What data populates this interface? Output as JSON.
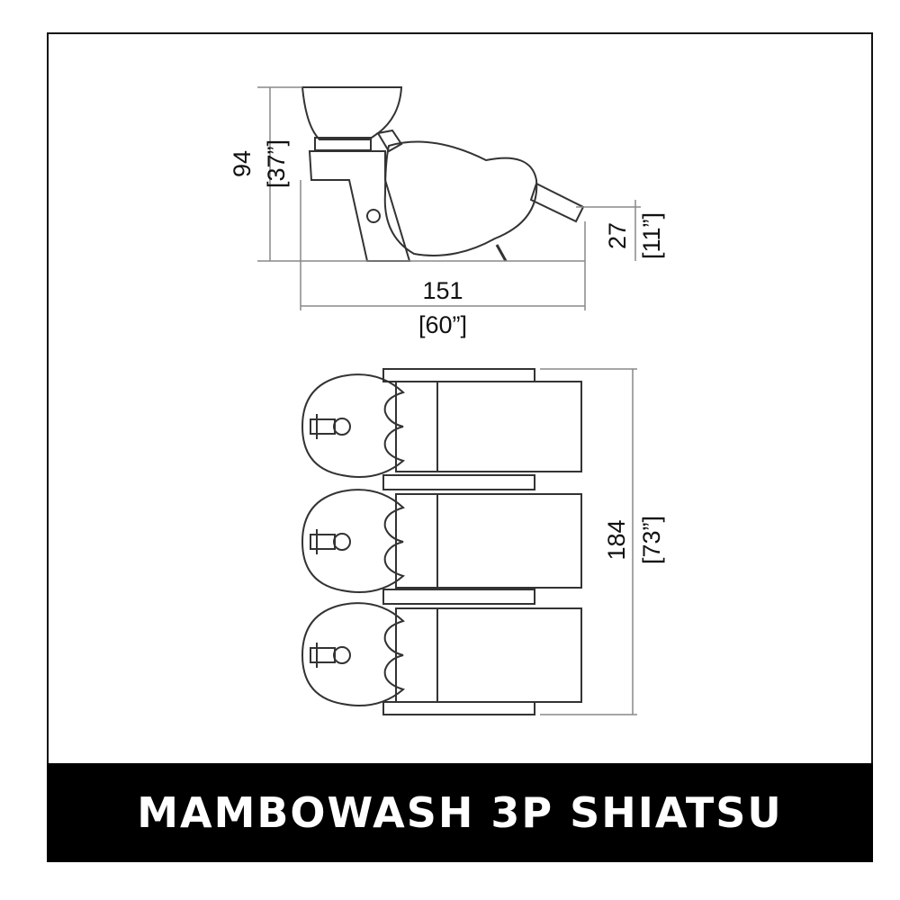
{
  "title": "MAMBOWASH 3P SHIATSU",
  "dimensions": {
    "height_cm": "94",
    "height_in": "[37”]",
    "seat_cm": "27",
    "seat_in": "[11”]",
    "length_cm": "151",
    "length_in": "[60”]",
    "width_cm": "184",
    "width_in": "[73”]"
  },
  "colors": {
    "line": "#333333",
    "dimension_line": "#888888",
    "banner": "#000000",
    "banner_text": "#ffffff"
  }
}
